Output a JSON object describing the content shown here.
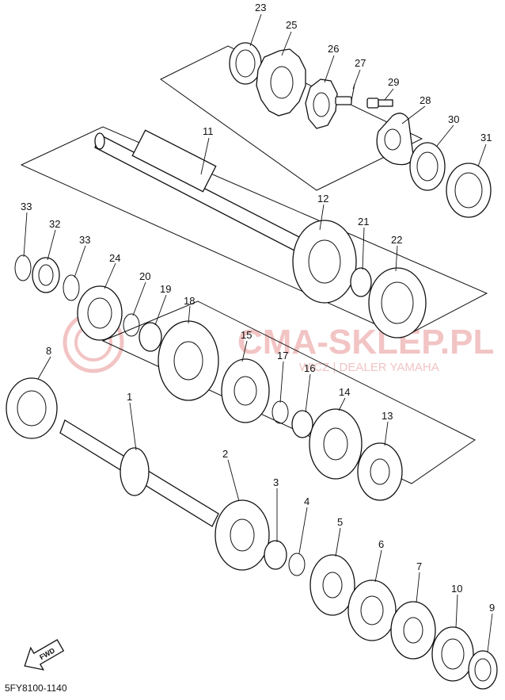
{
  "diagram_code": "5FY8100-1140",
  "fwd_label": "FWD",
  "watermark": {
    "main": "CMA-SKLEP.PL",
    "sub": "WICZ | DEALER YAMAHA"
  },
  "callouts": [
    "1",
    "2",
    "3",
    "4",
    "5",
    "6",
    "7",
    "8",
    "9",
    "10",
    "11",
    "12",
    "13",
    "14",
    "15",
    "16",
    "17",
    "18",
    "19",
    "20",
    "21",
    "22",
    "23",
    "24",
    "25",
    "26",
    "27",
    "28",
    "29",
    "30",
    "31",
    "32",
    "33",
    "33"
  ]
}
